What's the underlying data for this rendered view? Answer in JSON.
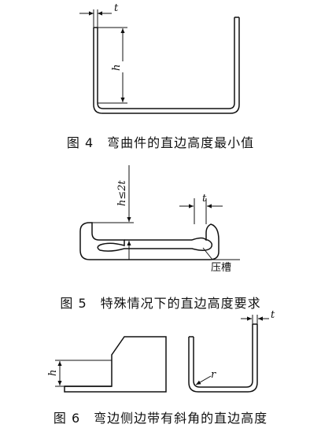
{
  "figures": [
    {
      "caption": "图 4　弯曲件的直边高度最小值",
      "labels": {
        "t": "t",
        "h": "h"
      }
    },
    {
      "caption": "图 5　特殊情况下的直边高度要求",
      "labels": {
        "h": "h≤2t",
        "t": "t",
        "groove": "压槽"
      }
    },
    {
      "caption": "图 6　弯边侧边带有斜角的直边高度",
      "labels": {
        "h": "h",
        "r": "r",
        "t": "t"
      }
    }
  ]
}
